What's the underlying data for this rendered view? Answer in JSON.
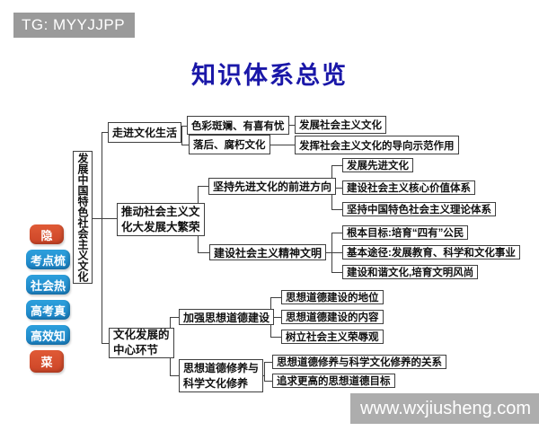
{
  "header": {
    "tg_label": "TG: MYYJJPP",
    "title": "知识体系总览"
  },
  "sidebar": {
    "items": [
      {
        "label": "隐",
        "color": "#d85030"
      },
      {
        "label": "考点梳",
        "color": "#1f8fd2"
      },
      {
        "label": "社会热",
        "color": "#1f8fd2"
      },
      {
        "label": "高考真",
        "color": "#1f8fd2"
      },
      {
        "label": "高效知",
        "color": "#1f8fd2"
      },
      {
        "label": "菜",
        "color": "#d85030"
      }
    ]
  },
  "tree": {
    "root": {
      "label": "发展中国特色社会主义文化"
    },
    "b1": {
      "label": "走进文化生活"
    },
    "b1c1": {
      "label": "色彩斑斓、有喜有忧"
    },
    "b1c1_leaf": {
      "label": "发展社会主义文化"
    },
    "b1c2": {
      "label": "落后、腐朽文化"
    },
    "b1c2_leaf": {
      "label": "发挥社会主义文化的导向示范作用"
    },
    "b2": {
      "line1": "推动社会主义文",
      "line2": "化大发展大繁荣"
    },
    "b2c1": {
      "label": "坚持先进文化的前进方向"
    },
    "b2c1_leaves": [
      {
        "label": "发展先进文化"
      },
      {
        "label": "建设社会主义核心价值体系"
      },
      {
        "label": "坚持中国特色社会主义理论体系"
      }
    ],
    "b2c2": {
      "label": "建设社会主义精神文明"
    },
    "b2c2_leaves": [
      {
        "label": "根本目标:培育“四有”公民"
      },
      {
        "label": "基本途径:发展教育、科学和文化事业"
      },
      {
        "label": "建设和谐文化,培育文明风尚"
      }
    ],
    "b3": {
      "line1": "文化发展的",
      "line2": "中心环节"
    },
    "b3c1": {
      "label": "加强思想道德建设"
    },
    "b3c1_leaves": [
      {
        "label": "思想道德建设的地位"
      },
      {
        "label": "思想道德建设的内容"
      },
      {
        "label": "树立社会主义荣辱观"
      }
    ],
    "b3c2": {
      "line1": "思想道德修养与",
      "line2": "科学文化修养"
    },
    "b3c2_leaves": [
      {
        "label": "思想道德修养与科学文化修养的关系"
      },
      {
        "label": "追求更高的思想道德目标"
      }
    ]
  },
  "watermark": {
    "label": "www.wxjiusheng.com"
  },
  "colors": {
    "title": "#1a17a8",
    "tg_badge_bg": "#9a9a9a",
    "watermark_bg": "#adadad",
    "sidebar_blue": "#1f8fd2",
    "sidebar_orange": "#d85030",
    "line": "#3f3f3f"
  }
}
